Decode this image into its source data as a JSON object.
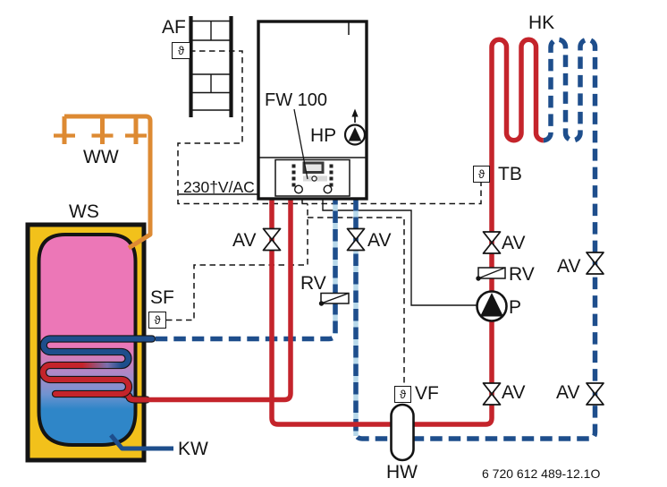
{
  "diagram": {
    "labels": {
      "outdoor_sensor": "AF",
      "dhw_taps": "WW",
      "storage_tank": "WS",
      "storage_sensor": "SF",
      "cold_water": "KW",
      "low_loss_header": "HW",
      "flow_sensor": "VF",
      "heating_circuit": "HK",
      "boiler_pump": "HP",
      "controller": "FW 100",
      "power_supply": "230†V/AC",
      "temp_limiter": "TB",
      "pump": "P",
      "theta": "ϑ"
    },
    "valve_labels": [
      "AV",
      "AV",
      "AV",
      "AV",
      "AV",
      "AV"
    ],
    "check_valve_labels": [
      "RV",
      "RV"
    ],
    "doc_number": "6 720 612 489-12.1O",
    "colors": {
      "pipe-red": "#c4242b",
      "pipe-blue": "#1e4e8c",
      "pipe-lightblue": "#b7d8ea",
      "pipe-orange": "#dd8a33",
      "tank-yellow": "#f2c11b",
      "tank-pink": "#ec77b7",
      "tank-blue": "#2f86c8",
      "line-black": "#141414"
    }
  }
}
